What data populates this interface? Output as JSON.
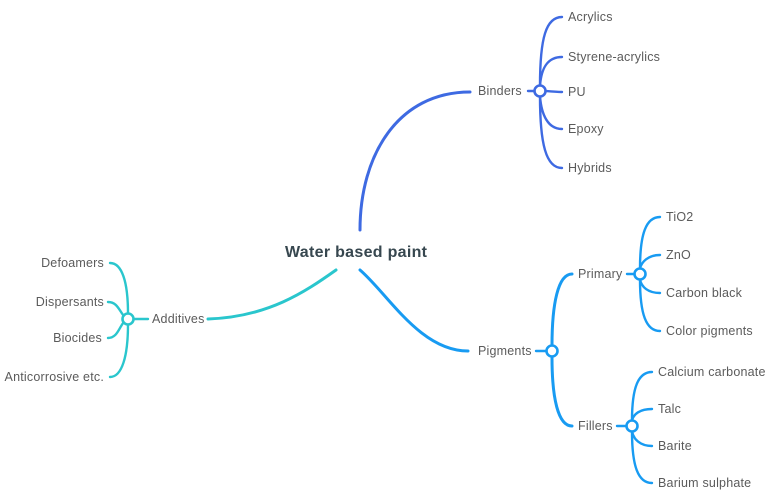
{
  "title": "Water based paint",
  "colors": {
    "binders_branch": "#3e6ae2",
    "pigments_branch": "#189bf2",
    "additives_branch": "#2ac6cd",
    "label_text": "#5b5b5b",
    "title_text": "#37474f",
    "background": "#ffffff"
  },
  "branches": {
    "binders": {
      "label": "Binders",
      "children": [
        "Acrylics",
        "Styrene-acrylics",
        "PU",
        "Epoxy",
        "Hybrids"
      ]
    },
    "additives": {
      "label": "Additives",
      "children": [
        "Defoamers",
        "Dispersants",
        "Biocides",
        "Anticorrosive etc."
      ]
    },
    "pigments": {
      "label": "Pigments",
      "sub": {
        "primary": {
          "label": "Primary",
          "children": [
            "TiO2",
            "ZnO",
            "Carbon black",
            "Color pigments"
          ]
        },
        "fillers": {
          "label": "Fillers",
          "children": [
            "Calcium carbonate",
            "Talc",
            "Barite",
            "Barium sulphate"
          ]
        }
      }
    }
  }
}
